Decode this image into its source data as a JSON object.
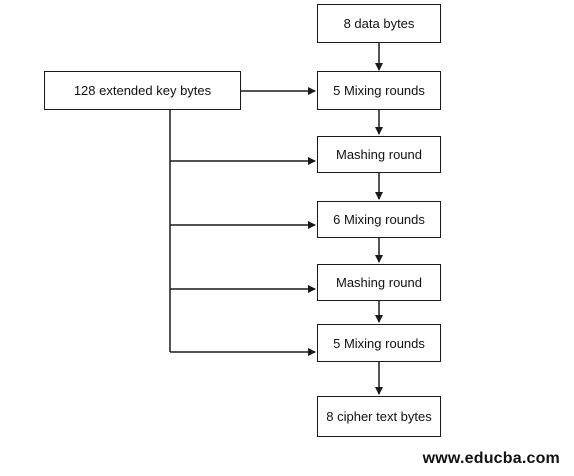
{
  "boxes": {
    "data_bytes": "8 data bytes",
    "extended_key_bytes": "128 extended key bytes",
    "mixing_rounds_1": "5 Mixing rounds",
    "mashing_round_1": "Mashing round",
    "mixing_rounds_2": "6 Mixing rounds",
    "mashing_round_2": "Mashing round",
    "mixing_rounds_3": "5 Mixing rounds",
    "cipher_text_bytes": "8 cipher text bytes"
  },
  "watermark": "www.educba.com"
}
